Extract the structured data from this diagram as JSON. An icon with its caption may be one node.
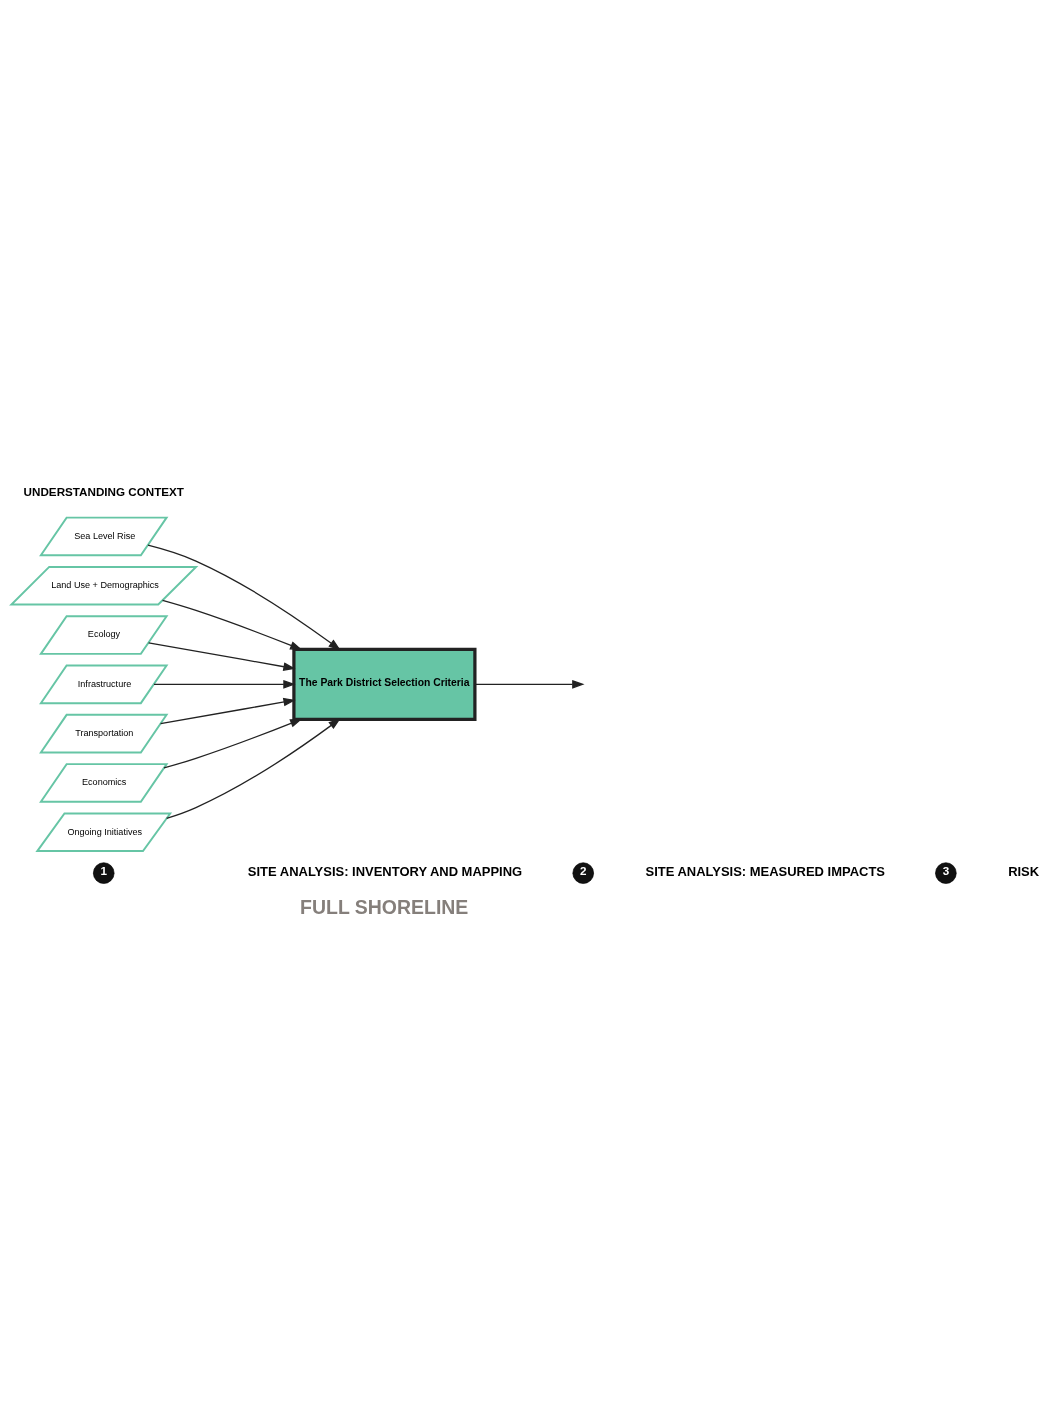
{
  "diagram": {
    "nodes": [
      {
        "text": [
          "Sea Level Rise"
        ]
      },
      {
        "text": [
          "Land Use + Demographics"
        ]
      },
      {
        "text": [
          "Ecology"
        ]
      },
      {
        "text": [
          "Infrastructure"
        ]
      },
      {
        "text": [
          "Transportation"
        ]
      },
      {
        "text": [
          "Economics"
        ]
      },
      {
        "text": [
          "Ongoing Initiatives"
        ]
      },
      {
        "text": [
          "The Park District Selection Criteria"
        ]
      }
    ],
    "edges": [
      {
        "from": 0,
        "to": 7,
        "arrow": "to"
      },
      {
        "from": 1,
        "to": 7,
        "arrow": "to"
      },
      {
        "from": 2,
        "to": 7,
        "arrow": "to"
      },
      {
        "from": 3,
        "to": 7,
        "arrow": "to"
      },
      {
        "from": 4,
        "to": 7,
        "arrow": "to"
      },
      {
        "from": 5,
        "to": 7,
        "arrow": "to"
      },
      {
        "from": 6,
        "to": 7,
        "arrow": "to"
      },
      {
        "from": 7,
        "to": null,
        "arrow": "to"
      }
    ],
    "labels": [
      "UNDERSTANDING CONTEXT",
      "1",
      "SITE ANALYSIS: INVENTORY AND MAPPING",
      "2",
      "SITE ANALYSIS: MEASURED IMPACTS",
      "3",
      "RISK",
      "FULL SHORELINE"
    ]
  }
}
